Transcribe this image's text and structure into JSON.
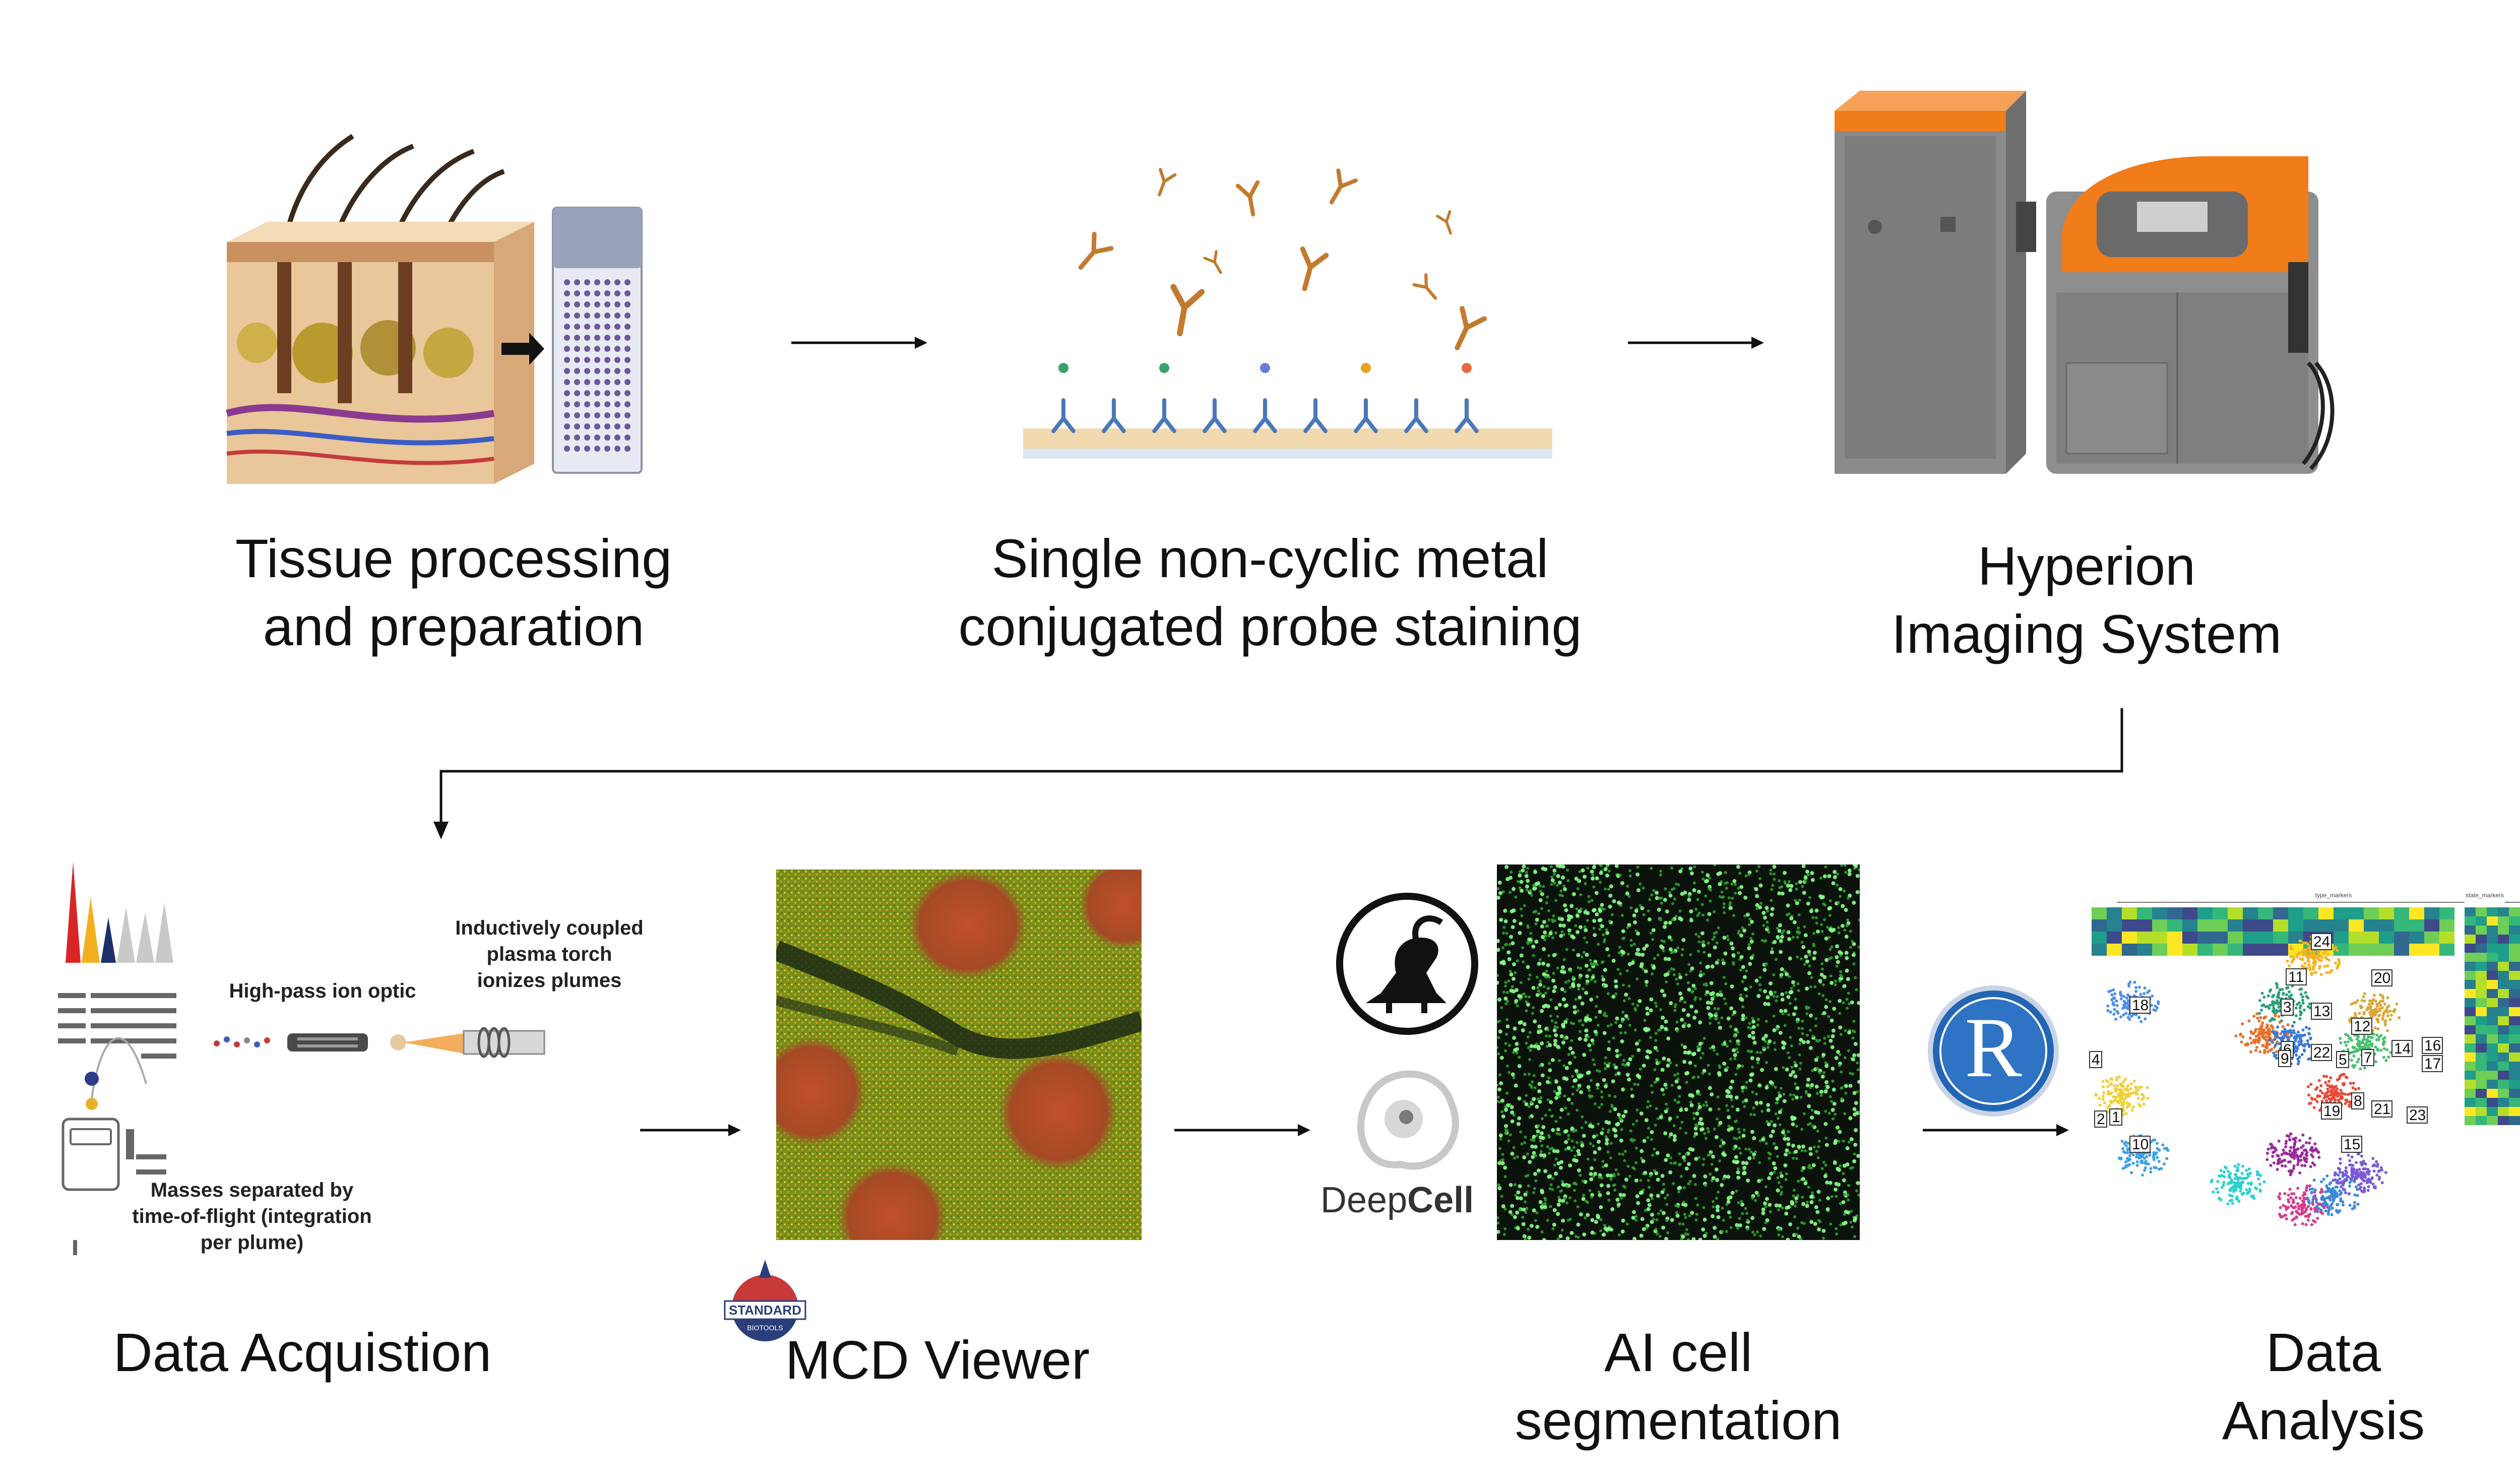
{
  "steps_top": [
    {
      "label_line1": "Tissue processing",
      "label_line2": "and preparation"
    },
    {
      "label_line1": "Single non-cyclic metal",
      "label_line2": "conjugated probe staining"
    },
    {
      "label_line1": "Hyperion",
      "label_line2": "Imaging System"
    }
  ],
  "steps_bottom": [
    {
      "label": "Data Acquistion"
    },
    {
      "label": "MCD Viewer"
    },
    {
      "label_line1": "AI cell",
      "label_line2": "segmentation"
    },
    {
      "label_line1": "Data",
      "label_line2": "Analysis"
    }
  ],
  "acquisition": {
    "icp_line1": "Inductively coupled",
    "icp_line2": "plasma torch",
    "icp_line3": "ionizes plumes",
    "optic": "High-pass ion optic",
    "tof_line1": "Masses separated by",
    "tof_line2": "time-of-flight (integration",
    "tof_line3": "per plume)"
  },
  "logos": {
    "standard_biotools_main": "STANDARD",
    "standard_biotools_sub": "BIOTOOLS",
    "deepcell_part1": "Deep",
    "deepcell_part2": "Cell",
    "r_letter": "R"
  },
  "umap": {
    "header_left": "type_markers",
    "header_right": "state_markers",
    "cluster_labels": [
      "24",
      "20",
      "11",
      "3",
      "13",
      "18",
      "12",
      "14",
      "16",
      "6",
      "22",
      "9",
      "5",
      "7",
      "17",
      "4",
      "8",
      "21",
      "2",
      "1",
      "19",
      "23",
      "10",
      "15"
    ]
  },
  "colors": {
    "antibody": "#c47a2e",
    "receptor": "#4a78b8",
    "instrument_orange": "#f07c1a",
    "instrument_gray": "#8a8a8a",
    "fluor_green": "#4fd14f",
    "r_blue": "#2365b5"
  }
}
